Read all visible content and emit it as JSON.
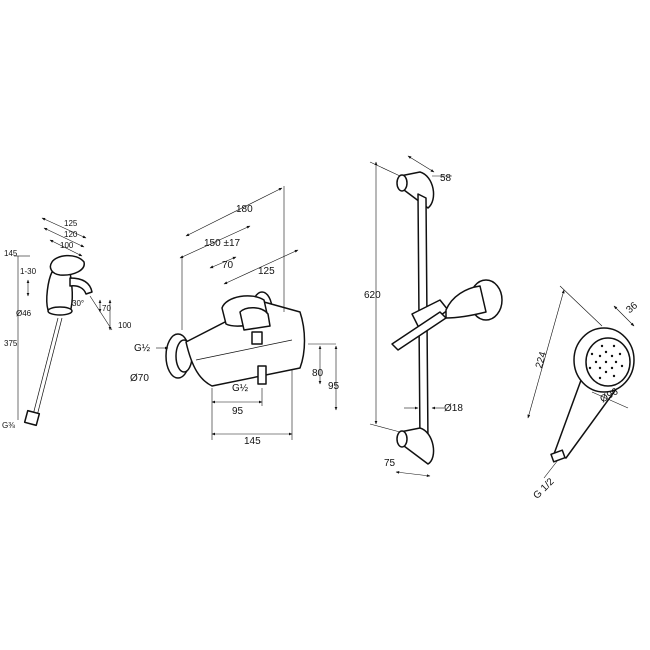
{
  "basin_mixer": {
    "dims": {
      "w125": "125",
      "w120": "120",
      "w100": "100",
      "h145": "145",
      "angle_range": "1-30",
      "diameter_46": "Ø46",
      "angle_30": "30°",
      "d70": "70",
      "d100": "100",
      "h375": "375",
      "thread_g38": "G⅜"
    }
  },
  "bath_mixer": {
    "dims": {
      "w180": "180",
      "w150": "150 ±17",
      "w70": "70",
      "w125": "125",
      "thread_g12_left": "G½",
      "diameter_70": "Ø70",
      "thread_g12_outlet": "G½",
      "h80": "80",
      "h95": "95",
      "w95": "95",
      "w145": "145"
    }
  },
  "shower_rail": {
    "dims": {
      "d58": "58",
      "h620": "620",
      "diameter_18": "Ø18",
      "d75": "75"
    }
  },
  "hand_shower": {
    "dims": {
      "d36": "36",
      "l224": "224",
      "diameter_96": "Ø96",
      "thread": "G 1/2"
    }
  }
}
